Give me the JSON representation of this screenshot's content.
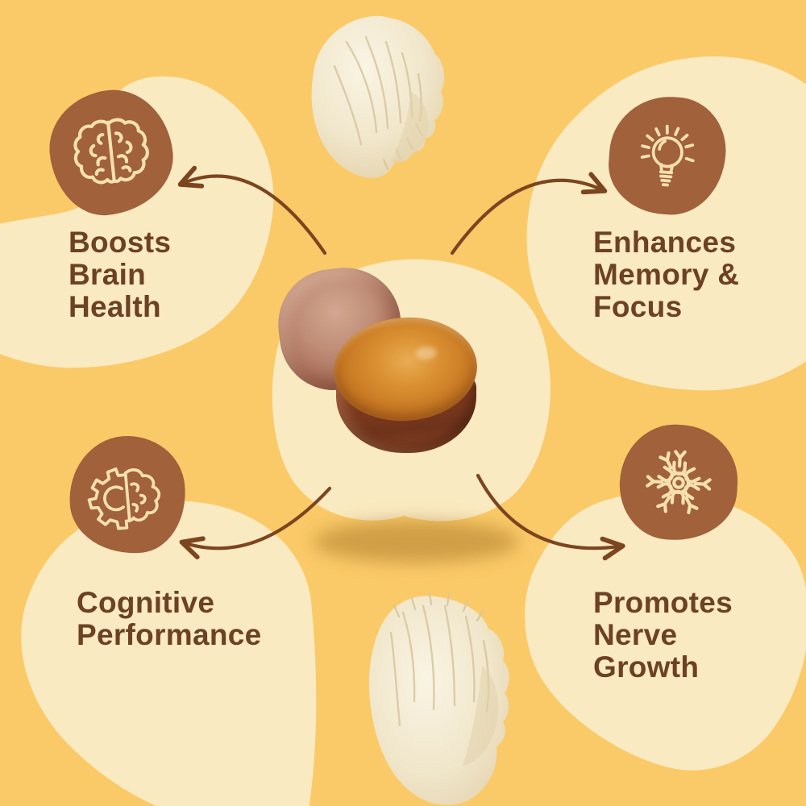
{
  "benefits": [
    {
      "id": "boosts-brain-health",
      "label": "Boosts\nBrain\nHealth",
      "icon": "brain-icon",
      "position": "top-left"
    },
    {
      "id": "enhances-memory-focus",
      "label": "Enhances\nMemory &\nFocus",
      "icon": "lightbulb-icon",
      "position": "top-right"
    },
    {
      "id": "cognitive-performance",
      "label": "Cognitive\nPerformance",
      "icon": "gear-brain-icon",
      "position": "bottom-left"
    },
    {
      "id": "promotes-nerve-growth",
      "label": "Promotes\nNerve\nGrowth",
      "icon": "neuron-icon",
      "position": "bottom-right"
    }
  ],
  "images": [
    {
      "name": "lions-mane-mushroom-top"
    },
    {
      "name": "supplement-gummies"
    },
    {
      "name": "lions-mane-mushroom-bottom"
    }
  ],
  "colors": {
    "background": "#FBCA68",
    "cream_blob": "#FAEAC1",
    "brown_blob": "#A0613B",
    "icon_stroke": "#F6E0AE",
    "text": "#6C4124",
    "arrow": "#7C4520"
  }
}
